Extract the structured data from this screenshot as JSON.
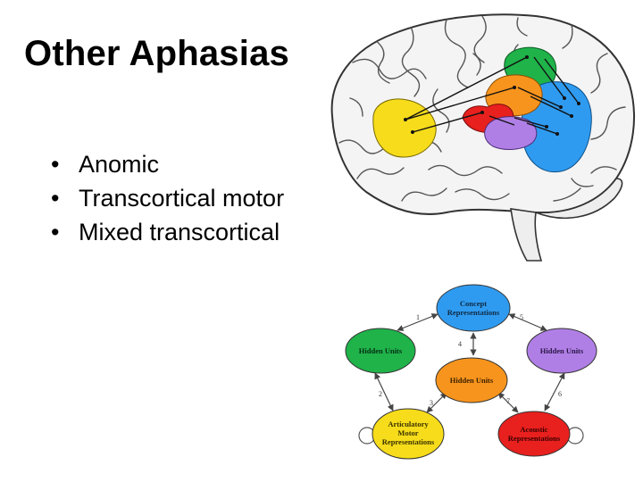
{
  "slide": {
    "title": "Other Aphasias",
    "bullets": [
      "Anomic",
      "Transcortical motor",
      "Mixed transcortical"
    ]
  },
  "brain_image": {
    "icon": "brain-illustration",
    "region_colors": {
      "yellow": "#f6dc1a",
      "green": "#1fb34a",
      "orange": "#f7941d",
      "red": "#e8201e",
      "purple": "#b07fe6",
      "blue": "#2f9bf0"
    }
  },
  "network_diagram": {
    "nodes": [
      {
        "id": "concept",
        "label_lines": [
          "Concept",
          "Representations"
        ],
        "color": "#2f9bf0"
      },
      {
        "id": "hidden-left",
        "label_lines": [
          "Hidden Units"
        ],
        "color": "#1fb34a"
      },
      {
        "id": "hidden-right",
        "label_lines": [
          "Hidden Units"
        ],
        "color": "#b07fe6"
      },
      {
        "id": "hidden-center",
        "label_lines": [
          "Hidden Units"
        ],
        "color": "#f7941d"
      },
      {
        "id": "articulatory",
        "label_lines": [
          "Articulatory",
          "Motor",
          "Representations"
        ],
        "color": "#f6dc1a"
      },
      {
        "id": "acoustic",
        "label_lines": [
          "Acoustic",
          "Representations"
        ],
        "color": "#e8201e"
      }
    ],
    "edge_numbers": [
      "1",
      "5",
      "4",
      "2",
      "3",
      "7",
      "6"
    ]
  }
}
